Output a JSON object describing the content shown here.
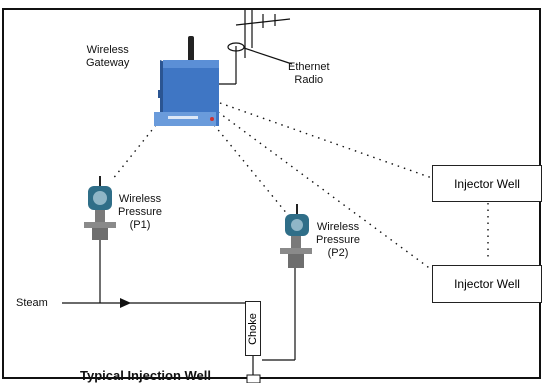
{
  "labels": {
    "gateway": "Wireless\nGateway",
    "ethernet_radio": "Ethernet\nRadio",
    "pressure_p1": "Wireless\nPressure\n(P1)",
    "pressure_p2": "Wireless\nPressure\n(P2)",
    "steam": "Steam",
    "choke": "Choke",
    "injector_well_top": "Injector Well",
    "injector_well_bottom": "Injector Well",
    "title": "Typical Injection Well"
  },
  "colors": {
    "gateway_body": "#3f76c4",
    "gateway_dark": "#2b5592",
    "transmitter_teal": "#2f6e88",
    "line": "#111111"
  },
  "icons": [
    "wireless-gateway-icon",
    "pressure-transmitter-icon",
    "antenna-icon"
  ]
}
